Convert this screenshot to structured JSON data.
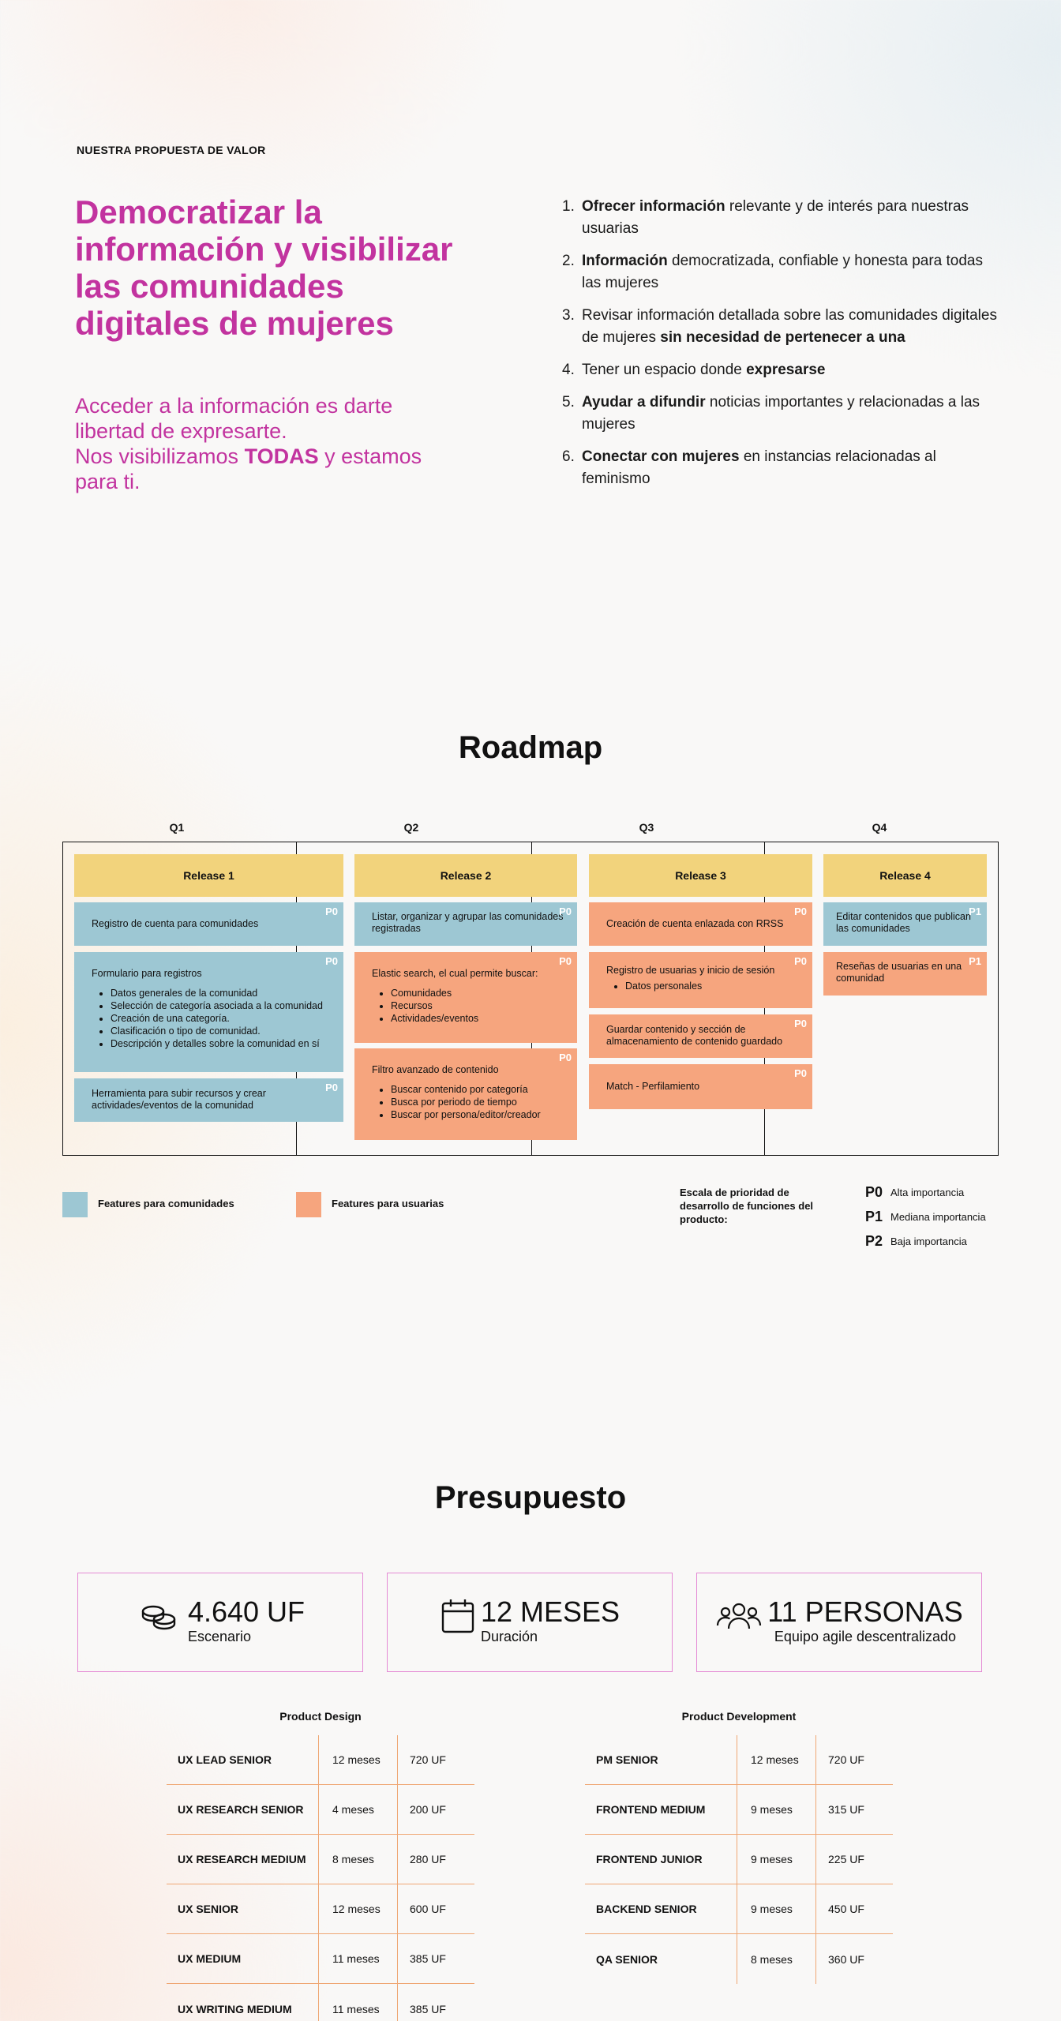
{
  "value_prop": {
    "eyebrow": "NUESTRA PROPUESTA DE VALOR",
    "title": "Democratizar la información y visibilizar las comunidades digitales de mujeres",
    "subtitle_line1": "Acceder a la información es darte libertad de expresarte.",
    "subtitle_line2_pre": "Nos visibilizamos ",
    "subtitle_line2_bold": "TODAS",
    "subtitle_line2_post": " y estamos para ti.",
    "items": [
      {
        "num": "1.",
        "bold": "Ofrecer información",
        "rest": " relevante y de interés para nuestras usuarias"
      },
      {
        "num": "2.",
        "bold": "Información",
        "rest": " democratizada, confiable y honesta para todas las mujeres"
      },
      {
        "num": "3.",
        "pre": "Revisar información detallada sobre las comunidades digitales de mujeres ",
        "bold": "sin necesidad de pertenecer a una"
      },
      {
        "num": "4.",
        "pre": "Tener un espacio donde ",
        "bold": "expresarse"
      },
      {
        "num": "5.",
        "bold": "Ayudar a difundir",
        "rest": " noticias importantes y relacionadas a las mujeres"
      },
      {
        "num": "6.",
        "bold": "Conectar con mujeres",
        "rest": " en instancias relacionadas al feminismo"
      }
    ]
  },
  "roadmap": {
    "title": "Roadmap",
    "quarters": [
      "Q1",
      "Q2",
      "Q3",
      "Q4"
    ],
    "releases": [
      "Release 1",
      "Release 2",
      "Release 3",
      "Release 4"
    ],
    "cards": [
      {
        "text": "Registro de cuenta para comunidades",
        "prio": "P0",
        "color": "blue"
      },
      {
        "text": "Formulario para registros",
        "prio": "P0",
        "color": "blue",
        "bullets": [
          "Datos generales de la comunidad",
          "Selección de categoría asociada a la comunidad",
          "Creación de una categoría.",
          "Clasificación o tipo de comunidad.",
          "Descripción y detalles sobre la comunidad en sí"
        ]
      },
      {
        "text": "Herramienta para subir recursos y crear actividades/eventos de la comunidad",
        "prio": "P0",
        "color": "blue"
      },
      {
        "text": "Listar, organizar y agrupar las comunidades registradas",
        "prio": "P0",
        "color": "blue"
      },
      {
        "text": "Elastic search, el cual permite buscar:",
        "prio": "P0",
        "color": "orange",
        "bullets": [
          "Comunidades",
          "Recursos",
          "Actividades/eventos"
        ]
      },
      {
        "text": "Filtro avanzado de contenido",
        "prio": "P0",
        "color": "orange",
        "bullets": [
          "Buscar contenido por categoría",
          "Busca por periodo de tiempo",
          "Buscar por persona/editor/creador"
        ]
      },
      {
        "text": "Creación de cuenta enlazada con RRSS",
        "prio": "P0",
        "color": "orange"
      },
      {
        "text": "Registro de usuarias y inicio de sesión",
        "prio": "P0",
        "color": "orange",
        "bullets": [
          "Datos personales"
        ]
      },
      {
        "text": "Guardar contenido y sección de almacenamiento de contenido guardado",
        "prio": "P0",
        "color": "orange"
      },
      {
        "text": "Match - Perfilamiento",
        "prio": "P0",
        "color": "orange"
      },
      {
        "text": "Editar contenidos que publican las comunidades",
        "prio": "P1",
        "color": "blue"
      },
      {
        "text": "Reseñas de usuarias en una comunidad",
        "prio": "P1",
        "color": "orange"
      }
    ],
    "legend": {
      "communities": "Features para comunidades",
      "users": "Features para usuarias",
      "blue": "#9dc7d3",
      "orange": "#f6a57e"
    },
    "scale": {
      "title": "Escala de prioridad de desarrollo de funciones del producto:",
      "levels": [
        {
          "code": "P0",
          "desc": "Alta importancia"
        },
        {
          "code": "P1",
          "desc": "Mediana importancia"
        },
        {
          "code": "P2",
          "desc": "Baja importancia"
        }
      ]
    }
  },
  "budget": {
    "title": "Presupuesto",
    "cards": [
      {
        "value": "4.640 UF",
        "label": "Escenario",
        "icon": "coins-icon"
      },
      {
        "value": "12 MESES",
        "label": "Duración",
        "icon": "calendar-icon"
      },
      {
        "value": "11 PERSONAS",
        "label": "Equipo agile descentralizado",
        "icon": "team-icon"
      }
    ],
    "design": {
      "title": "Product Design",
      "rows": [
        {
          "role": "UX LEAD SENIOR",
          "duration": "12 meses",
          "cost": "720 UF"
        },
        {
          "role": "UX RESEARCH SENIOR",
          "duration": "4 meses",
          "cost": "200 UF"
        },
        {
          "role": "UX RESEARCH MEDIUM",
          "duration": "8 meses",
          "cost": "280 UF"
        },
        {
          "role": "UX SENIOR",
          "duration": "12 meses",
          "cost": "600 UF"
        },
        {
          "role": "UX MEDIUM",
          "duration": "11 meses",
          "cost": "385 UF"
        },
        {
          "role": "UX WRITING MEDIUM",
          "duration": "11 meses",
          "cost": "385 UF"
        }
      ]
    },
    "development": {
      "title": "Product Development",
      "rows": [
        {
          "role": "PM SENIOR",
          "duration": "12 meses",
          "cost": "720 UF"
        },
        {
          "role": "FRONTEND MEDIUM",
          "duration": "9 meses",
          "cost": "315 UF"
        },
        {
          "role": "FRONTEND JUNIOR",
          "duration": "9 meses",
          "cost": "225 UF"
        },
        {
          "role": "BACKEND SENIOR",
          "duration": "9 meses",
          "cost": "450 UF"
        },
        {
          "role": "QA SENIOR",
          "duration": "8 meses",
          "cost": "360 UF"
        }
      ]
    }
  }
}
